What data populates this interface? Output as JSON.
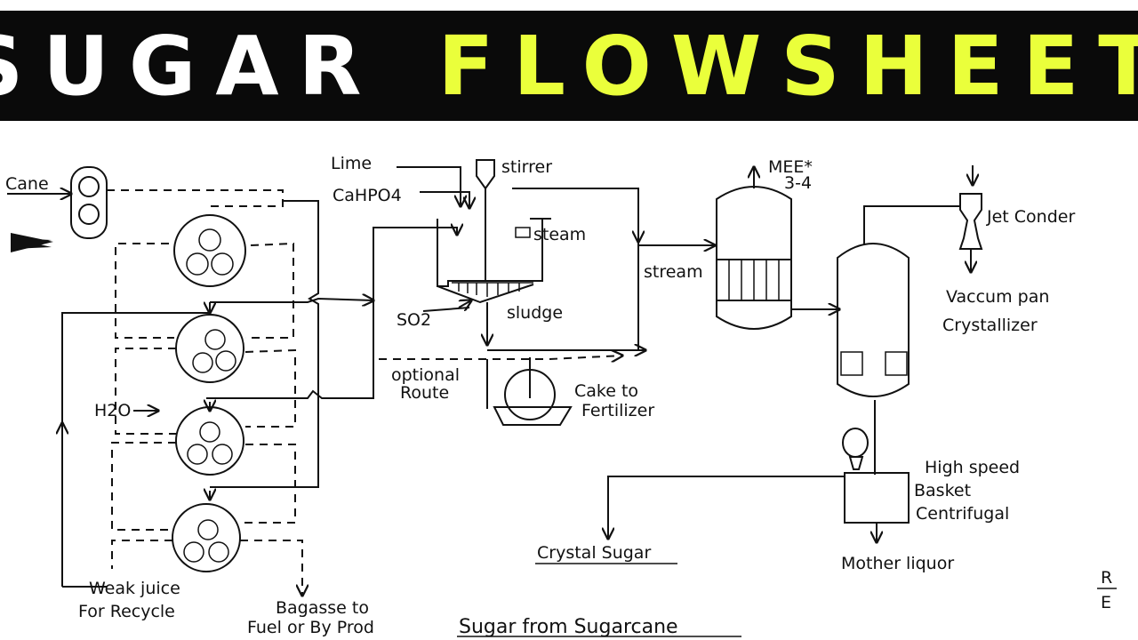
{
  "title": {
    "word1": "SUGAR",
    "word2": "FLOWSHEET"
  },
  "colors": {
    "title_bg": "#0a0a0a",
    "word1": "#ffffff",
    "word2": "#eaff3b",
    "ink": "#111111"
  },
  "labels": {
    "cane": "Cane",
    "lime": "Lime",
    "cahpo4": "CaHPO4",
    "stirrer": "stirrer",
    "steam_top": "steam",
    "so2": "SO2",
    "sludge": "sludge",
    "stream": "stream",
    "optional_route_1": "optional",
    "optional_route_2": "Route",
    "cake_1": "Cake to",
    "cake_2": "Fertilizer",
    "mee_1": "MEE*",
    "mee_2": "3-4",
    "jet_condenser": "Jet Conder",
    "vacuum_pan_1": "Vaccum pan",
    "vacuum_pan_2": "Crystallizer",
    "centrifugal_1": "High speed",
    "centrifugal_2": "Basket",
    "centrifugal_3": "Centrifugal",
    "crystal_sugar": "Crystal Sugar",
    "mother_liquor": "Mother liquor",
    "h2o": "H2O",
    "weak_juice_1": "Weak juice",
    "weak_juice_2": "For Recycle",
    "bagasse_1": "Bagasse to",
    "bagasse_2": "Fuel or By Prod",
    "caption": "Sugar from Sugarcane",
    "sig_1": "R",
    "sig_2": "E"
  }
}
